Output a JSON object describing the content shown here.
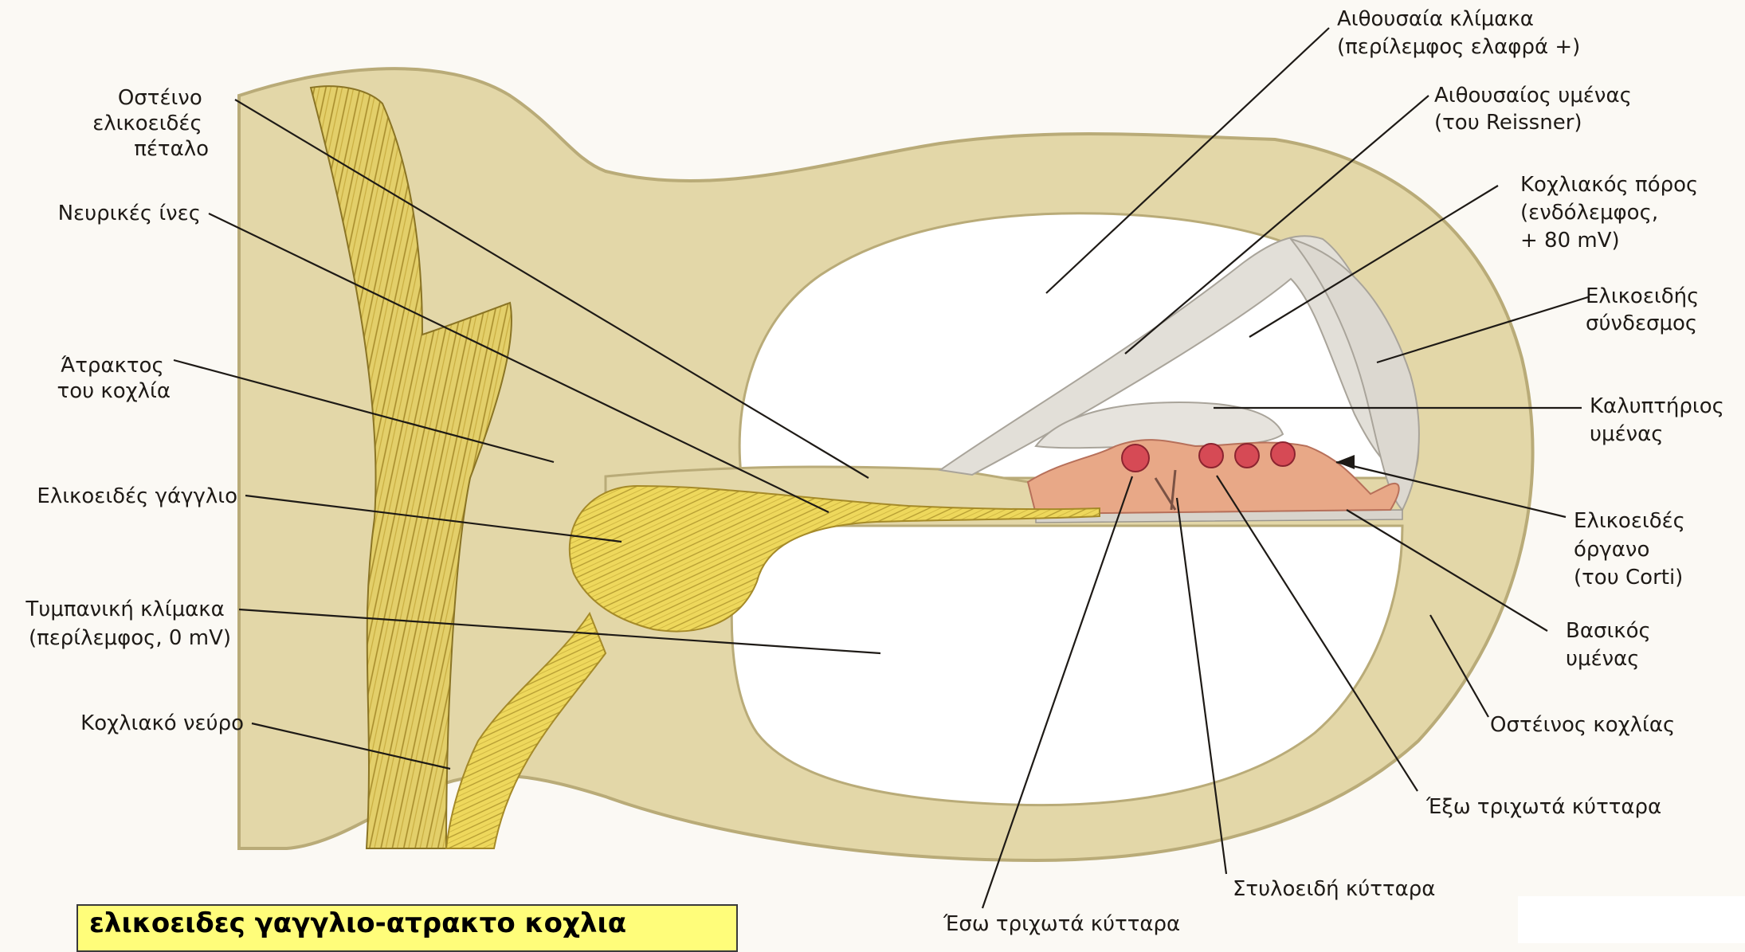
{
  "labels": {
    "bony_lamina": [
      "Οστέινο",
      "ελικοειδές",
      "πέταλο"
    ],
    "nerve_fibers": [
      "Νευρικές ίνες"
    ],
    "modiolus": [
      "Άτρακτος",
      "του κοχλία"
    ],
    "spiral_ganglion": [
      "Ελικοειδές γάγγλιο"
    ],
    "scala_tympani": [
      "Τυμπανική κλίμακα",
      "(περίλεμφος, 0 mV)"
    ],
    "cochlear_nerve": [
      "Κοχλιακό νεύρο"
    ],
    "scala_vestibuli": [
      "Αιθουσαία κλίμακα",
      "(περίλεμφος ελαφρά +)"
    ],
    "reissner_membrane": [
      "Αιθουσαίος υμένας",
      "(του Reissner)"
    ],
    "cochlear_duct": [
      "Κοχλιακός πόρος",
      "(ενδόλεμφος,",
      "+ 80 mV)"
    ],
    "spiral_ligament": [
      "Ελικοειδής",
      "σύνδεσμος"
    ],
    "tectorial_membrane": [
      "Καλυπτήριος",
      "υμένας"
    ],
    "organ_of_corti": [
      "Ελικοειδές",
      "όργανο",
      "(του Corti)"
    ],
    "basilar_membrane": [
      "Βασικός",
      "υμένας"
    ],
    "bony_cochlea": [
      "Οστέινος κοχλίας"
    ],
    "outer_hair_cells": [
      "Έξω τριχωτά κύτταρα"
    ],
    "pillar_cells": [
      "Στυλοειδή κύτταρα"
    ],
    "inner_hair_cells": [
      "Έσω τριχωτά κύτταρα"
    ]
  },
  "caption": "ελικοειδες γαγγλιο-ατρακτο κοχλια",
  "colors": {
    "bone": "#e3d7a8",
    "bone_edge": "#b9ab78",
    "nerve": "#e8cf4f",
    "nerve_dark": "#a58a28",
    "membrane": "#dedbd5",
    "organ": "#e8a887",
    "cell": "#d64a55",
    "caption_bg": "#fffd7a"
  }
}
